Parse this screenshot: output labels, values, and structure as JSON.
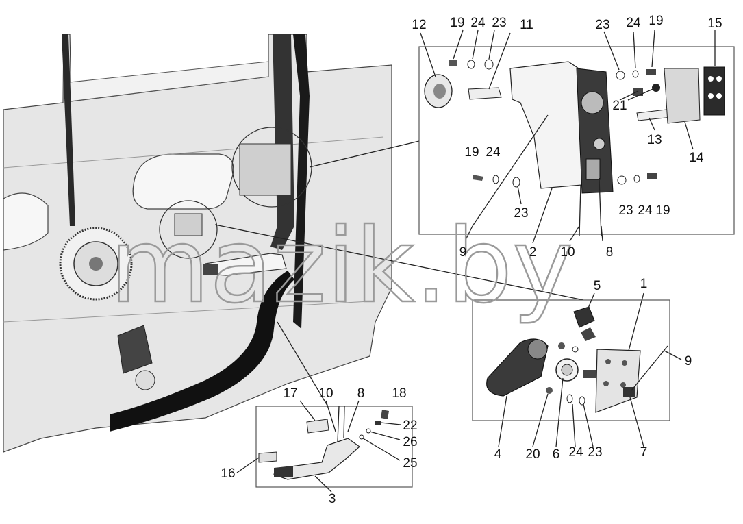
{
  "watermark": "mazik.by",
  "callouts": {
    "top": [
      "12",
      "19",
      "24",
      "23",
      "11",
      "23",
      "24",
      "19",
      "15",
      "21",
      "13",
      "14",
      "19",
      "24",
      "23",
      "23",
      "24",
      "19",
      "9",
      "2",
      "10",
      "8"
    ],
    "right": [
      "5",
      "1",
      "9",
      "4",
      "20",
      "6",
      "24",
      "23",
      "7"
    ],
    "bottom": [
      "17",
      "10",
      "8",
      "18",
      "22",
      "26",
      "25",
      "16",
      "3"
    ]
  },
  "colors": {
    "background": "#ffffff",
    "ink": "#222222",
    "panel_fill": "#e6e6e6",
    "shade": "#bdbdbd",
    "watermark": "#9a9a9a"
  }
}
